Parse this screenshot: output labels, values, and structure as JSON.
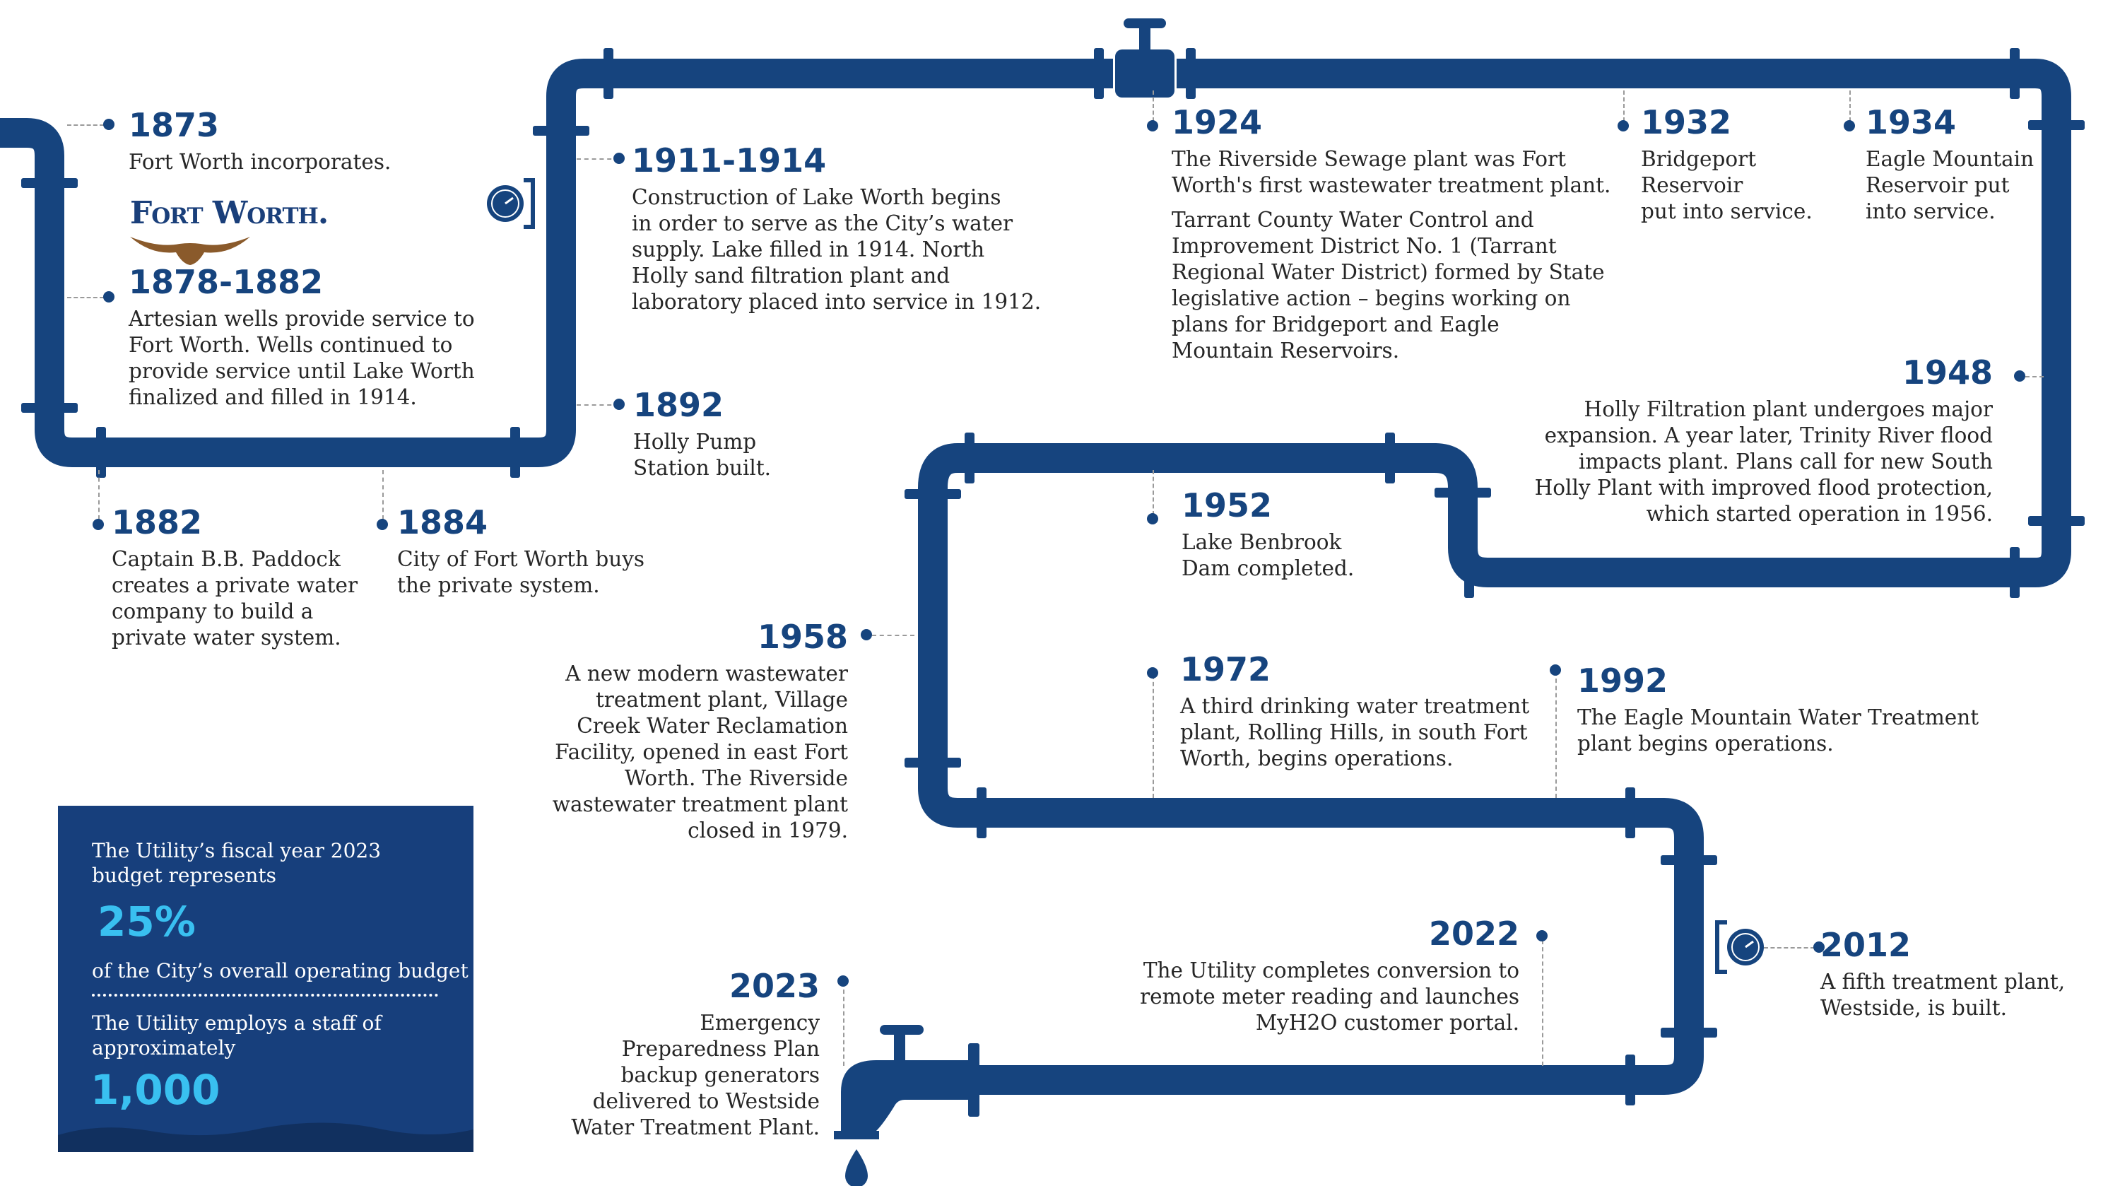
{
  "logo": {
    "text": "Fort Worth."
  },
  "events": [
    {
      "id": "1873",
      "year": "1873",
      "paragraphs": [
        "Fort Worth incorporates."
      ]
    },
    {
      "id": "1878",
      "year": "1878-1882",
      "paragraphs": [
        "Artesian wells provide service to\nFort Worth. Wells continued to\nprovide service until Lake Worth\nfinalized and filled in 1914."
      ]
    },
    {
      "id": "1882",
      "year": "1882",
      "paragraphs": [
        "Captain B.B. Paddock\ncreates a private water\ncompany to build a\nprivate water system."
      ]
    },
    {
      "id": "1884",
      "year": "1884",
      "paragraphs": [
        "City of Fort Worth buys\nthe private system."
      ]
    },
    {
      "id": "1892",
      "year": "1892",
      "paragraphs": [
        "Holly Pump\nStation built."
      ]
    },
    {
      "id": "1911",
      "year": "1911-1914",
      "paragraphs": [
        "Construction of Lake Worth begins\nin order to serve as the City’s water\nsupply. Lake filled in 1914. North\nHolly sand filtration plant and\nlaboratory placed into service in 1912."
      ]
    },
    {
      "id": "1924",
      "year": "1924",
      "paragraphs": [
        "The Riverside Sewage plant was Fort\nWorth's first wastewater treatment plant.",
        "Tarrant County Water Control and\nImprovement District No. 1 (Tarrant\nRegional Water District) formed by State\nlegislative action – begins working on\nplans for Bridgeport and Eagle\nMountain Reservoirs."
      ]
    },
    {
      "id": "1932",
      "year": "1932",
      "paragraphs": [
        "Bridgeport\nReservoir\nput into service."
      ]
    },
    {
      "id": "1934",
      "year": "1934",
      "paragraphs": [
        "Eagle Mountain\nReservoir put\ninto service."
      ]
    },
    {
      "id": "1948",
      "year": "1948",
      "paragraphs": [
        "Holly Filtration plant undergoes major\nexpansion. A year later, Trinity River flood\nimpacts plant. Plans call for new South\nHolly Plant with improved flood protection,\nwhich started operation in 1956."
      ]
    },
    {
      "id": "1952",
      "year": "1952",
      "paragraphs": [
        "Lake Benbrook\nDam completed."
      ]
    },
    {
      "id": "1958",
      "year": "1958",
      "paragraphs": [
        "A new modern wastewater\ntreatment plant, Village\nCreek Water Reclamation\nFacility, opened in east Fort\nWorth. The Riverside\nwastewater treatment plant\nclosed in 1979."
      ]
    },
    {
      "id": "1972",
      "year": "1972",
      "paragraphs": [
        "A third drinking water treatment\nplant, Rolling Hills, in south Fort\nWorth, begins operations."
      ]
    },
    {
      "id": "1992",
      "year": "1992",
      "paragraphs": [
        "The Eagle Mountain Water Treatment\nplant begins operations."
      ]
    },
    {
      "id": "2012",
      "year": "2012",
      "paragraphs": [
        "A fifth treatment plant,\nWestside, is built."
      ]
    },
    {
      "id": "2022",
      "year": "2022",
      "paragraphs": [
        "The Utility completes conversion to\nremote meter reading and launches\nMyH2O customer portal."
      ]
    },
    {
      "id": "2023",
      "year": "2023",
      "paragraphs": [
        "Emergency\nPreparedness Plan\nbackup generators\ndelivered to Westside\nWater Treatment Plant."
      ]
    }
  ],
  "stats": {
    "budget_intro": "The Utility’s fiscal year 2023\nbudget represents",
    "budget_value": "25%",
    "budget_outro": "of the City’s overall operating budget",
    "staff_intro": "The Utility employs a staff of\napproximately",
    "staff_value": "1,000"
  },
  "colors": {
    "pipe": "#16447e",
    "accent": "#39c0f0",
    "text": "#262626",
    "leader": "#9a9a9a"
  }
}
